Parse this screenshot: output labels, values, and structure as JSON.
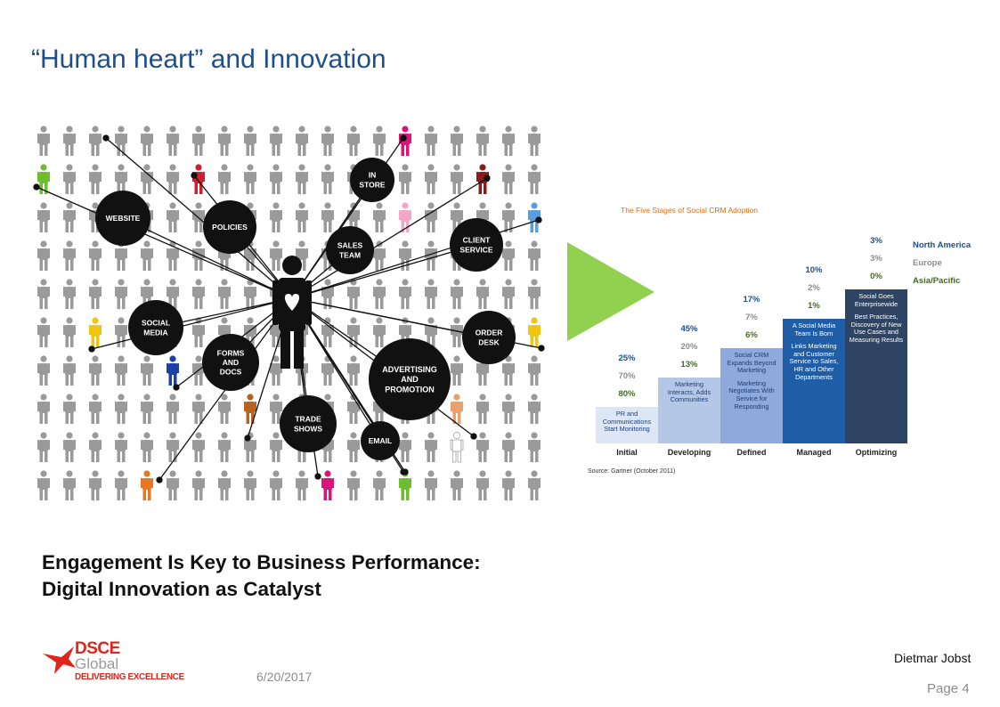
{
  "slide": {
    "title": "“Human heart” and Innovation",
    "headline_line1": "Engagement Is Key to Business Performance:",
    "headline_line2": "Digital Innovation as Catalyst",
    "date": "6/20/2017",
    "author": "Dietmar Jobst",
    "page": "Page  4"
  },
  "logo": {
    "name": "DSCE",
    "sub": "Global",
    "tagline": "DELIVERING EXCELLENCE",
    "color": "#e0251b"
  },
  "hub_image": {
    "nodes": [
      {
        "lines": [
          "WEBSITE"
        ]
      },
      {
        "lines": [
          "POLICIES"
        ]
      },
      {
        "lines": [
          "IN",
          "STORE"
        ]
      },
      {
        "lines": [
          "SALES",
          "TEAM"
        ]
      },
      {
        "lines": [
          "CLIENT",
          "SERVICE"
        ]
      },
      {
        "lines": [
          "SOCIAL",
          "MEDIA"
        ]
      },
      {
        "lines": [
          "FORMS",
          "AND",
          "DOCS"
        ]
      },
      {
        "lines": [
          "ORDER",
          "DESK"
        ]
      },
      {
        "lines": [
          "ADVERTISING",
          "AND",
          "PROMOTION"
        ]
      },
      {
        "lines": [
          "TRADE",
          "SHOWS"
        ]
      },
      {
        "lines": [
          "EMAIL"
        ]
      }
    ]
  },
  "arrow_color": "#92d050",
  "chart_data": {
    "type": "bar",
    "title": "The Five Stages of Social CRM Adoption",
    "categories": [
      "Initial",
      "Developing",
      "Defined",
      "Managed",
      "Optimizing"
    ],
    "stage_descriptions": [
      [
        "PR and Communications Start Monitoring"
      ],
      [
        "Marketing Interacts, Adds Communities"
      ],
      [
        "Social CRM Expands Beyond Marketing",
        "Marketing Negotiates With Service for Responding"
      ],
      [
        "A Social Media Team Is Born",
        "Links Marketing and Customer Service to Sales, HR and Other Departments"
      ],
      [
        "Social Goes Enterprisewide",
        "Best Practices, Discovery of New Use Cases and Measuring Results"
      ]
    ],
    "series": [
      {
        "name": "North America",
        "values": [
          "25%",
          "45%",
          "17%",
          "10%",
          "3%"
        ],
        "color": "#1f4e8c"
      },
      {
        "name": "Europe",
        "values": [
          "70%",
          "20%",
          "7%",
          "2%",
          "3%"
        ],
        "color": "#8c8c8c"
      },
      {
        "name": "Asia/Pacific",
        "values": [
          "80%",
          "13%",
          "6%",
          "1%",
          "0%"
        ],
        "color": "#3f6e1e"
      }
    ],
    "stage_level": [
      1,
      2,
      3,
      4,
      5
    ],
    "stage_colors": [
      "#dde6f4",
      "#b4c7e7",
      "#8ea9db",
      "#1f5ea6",
      "#2e4462"
    ],
    "source": "Source: Gartner (October 2011)"
  }
}
